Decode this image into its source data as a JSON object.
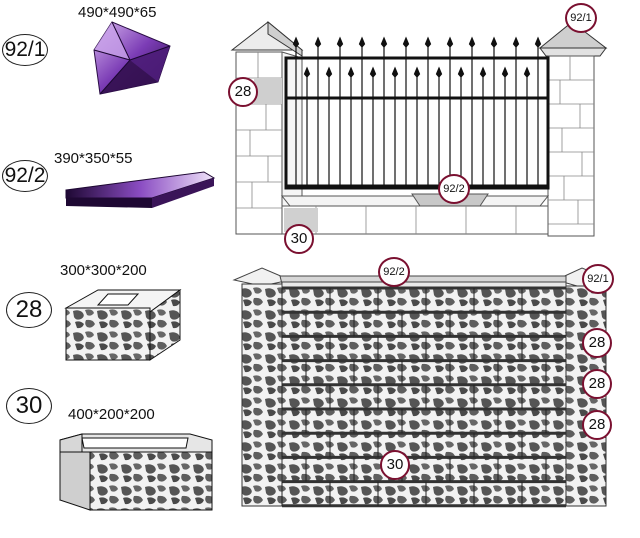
{
  "legend": [
    {
      "code": "92/1",
      "size": "490*490*65"
    },
    {
      "code": "92/2",
      "size": "390*350*55"
    },
    {
      "code": "28",
      "size": "300*300*200"
    },
    {
      "code": "30",
      "size": "400*200*200"
    }
  ],
  "top_fence": {
    "tags": {
      "cap": "92/1",
      "pillar_block": "28",
      "coping": "92/2",
      "base_block": "30"
    }
  },
  "bottom_fence": {
    "tags": {
      "coping": "92/2",
      "cap": "92/1",
      "pillar_block_1": "28",
      "pillar_block_2": "28",
      "pillar_block_3": "28",
      "wall_block": "30"
    }
  },
  "colors": {
    "purple_dark": "#3a1458",
    "purple_mid": "#6b2fa0",
    "purple_light": "#b57ee0",
    "tag_border": "#7a1030",
    "coping_gray": "#d0d0d0"
  }
}
